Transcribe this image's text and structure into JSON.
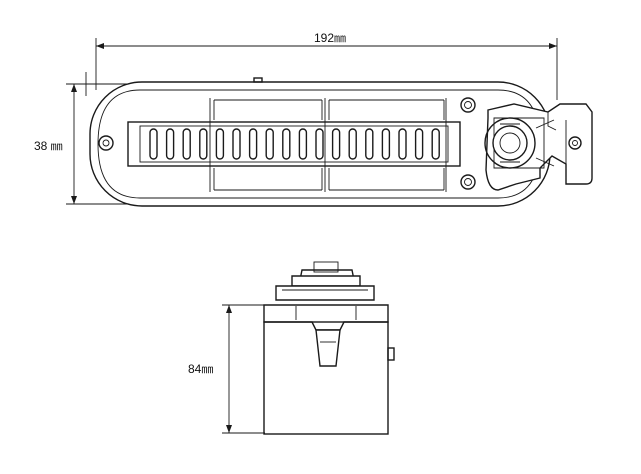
{
  "dimensions": {
    "length": "192㎜",
    "width": "38 ㎜",
    "height": "84㎜"
  },
  "colors": {
    "line": "#1a1a1a",
    "background": "#ffffff"
  }
}
